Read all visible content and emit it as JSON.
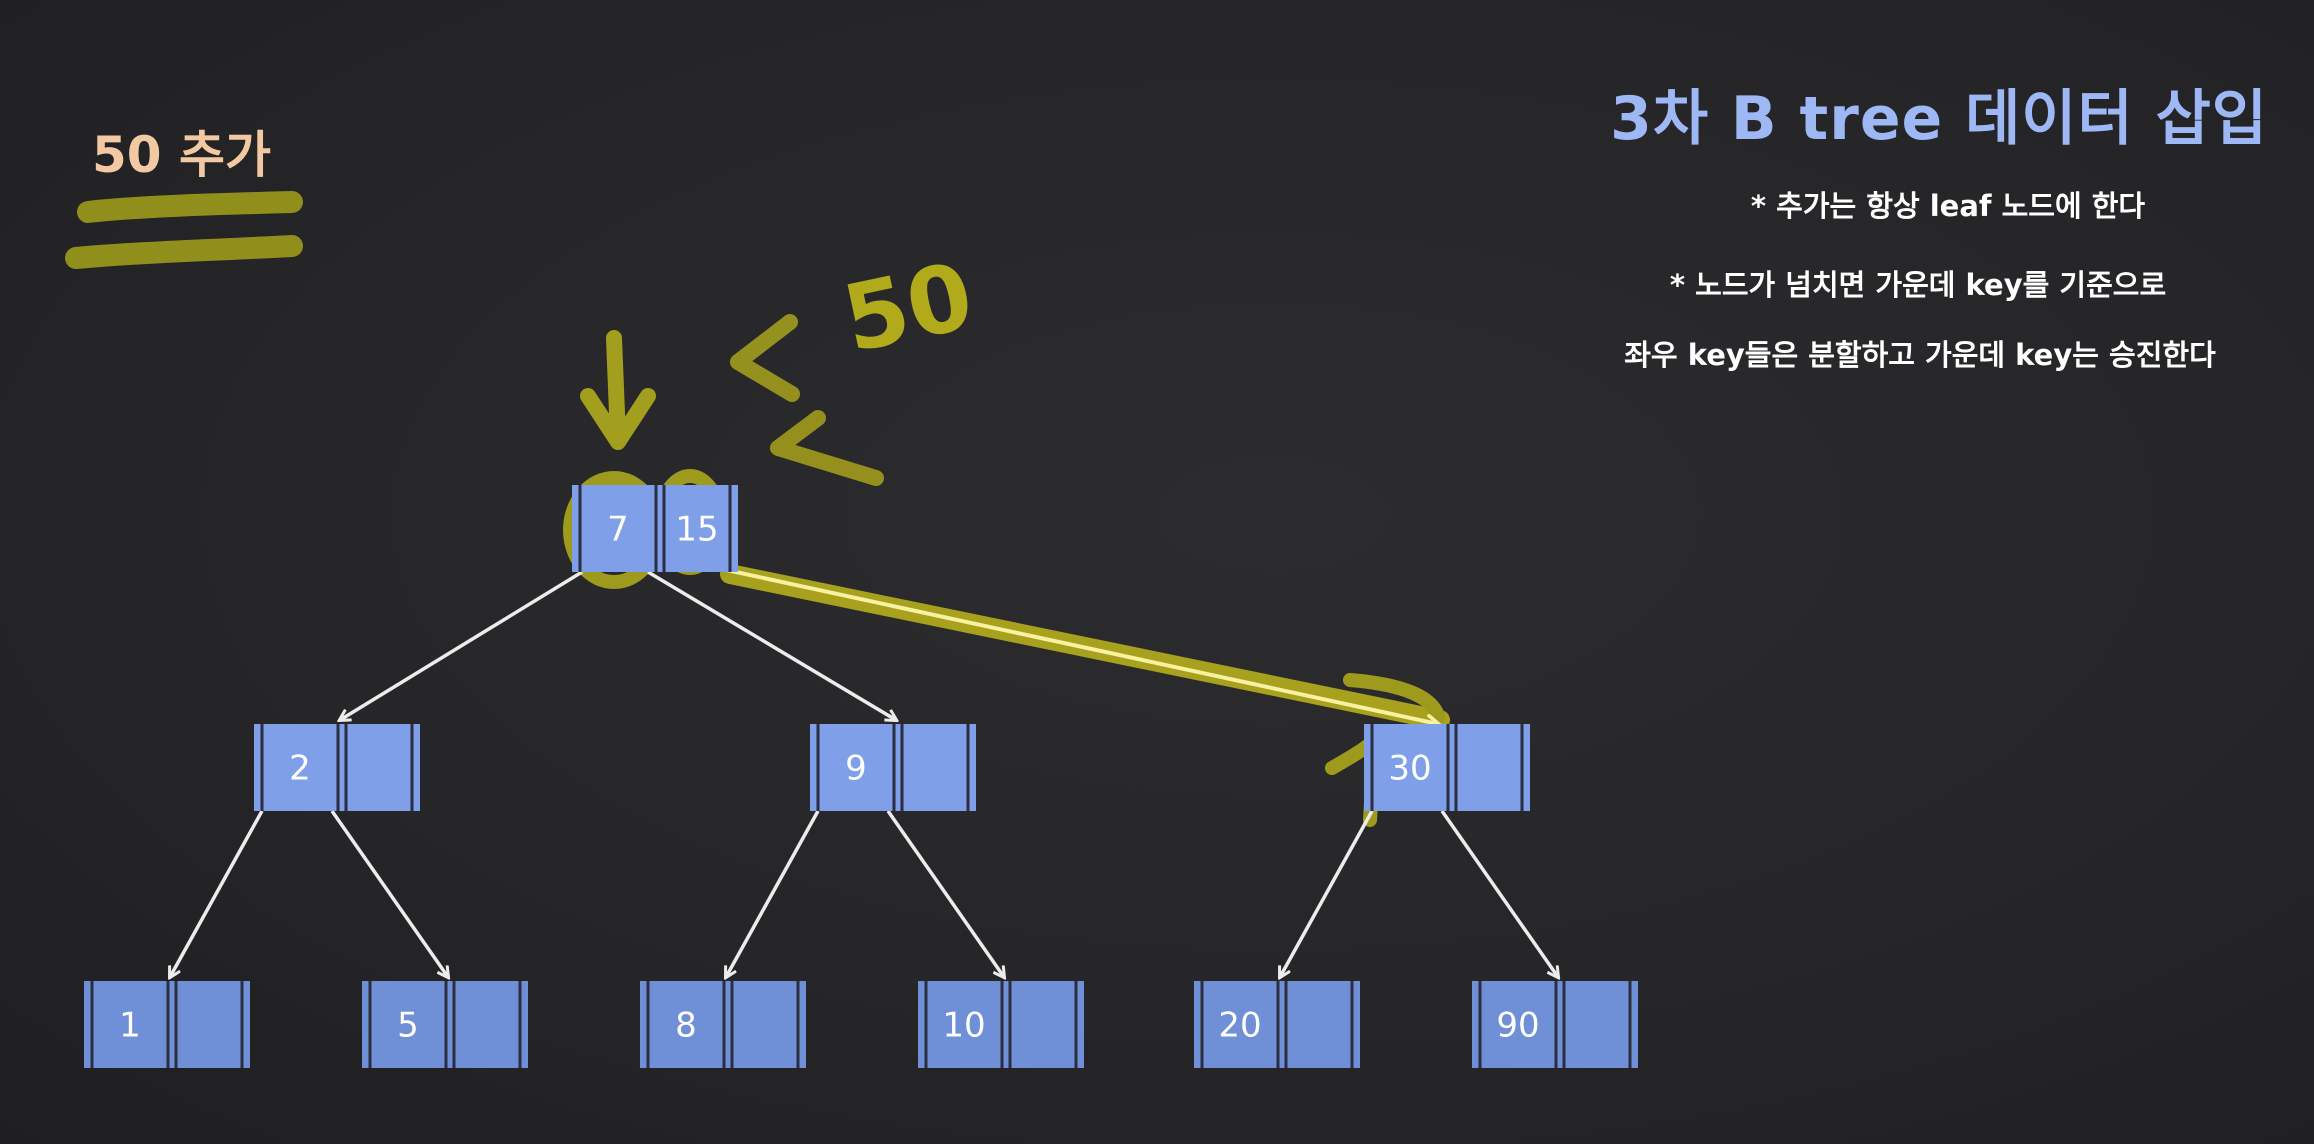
{
  "title": "3차 B tree 데이터 삽입",
  "notes": [
    "* 추가는 항상 leaf 노드에 한다",
    "* 노드가 넘치면 가운데 key를 기준으로",
    "좌우 key들은 분할하고 가운데 key는 승진한다"
  ],
  "annotation": {
    "insert_label": "50 추가",
    "handwritten_compare": "50"
  },
  "tree": {
    "nodes": [
      {
        "id": "root",
        "keys": [
          "7",
          "15"
        ]
      },
      {
        "id": "n2",
        "keys": [
          "2",
          ""
        ]
      },
      {
        "id": "n9",
        "keys": [
          "9",
          ""
        ]
      },
      {
        "id": "n30",
        "keys": [
          "30",
          ""
        ]
      },
      {
        "id": "n1",
        "keys": [
          "1",
          ""
        ]
      },
      {
        "id": "n5",
        "keys": [
          "5",
          ""
        ]
      },
      {
        "id": "n8",
        "keys": [
          "8",
          ""
        ]
      },
      {
        "id": "n10",
        "keys": [
          "10",
          ""
        ]
      },
      {
        "id": "n20",
        "keys": [
          "20",
          ""
        ]
      },
      {
        "id": "n90",
        "keys": [
          "90",
          ""
        ]
      }
    ],
    "edges": [
      {
        "from": "root",
        "to": "n2",
        "highlighted": false
      },
      {
        "from": "root",
        "to": "n9",
        "highlighted": false
      },
      {
        "from": "root",
        "to": "n30",
        "highlighted": true
      },
      {
        "from": "n2",
        "to": "n1",
        "highlighted": false
      },
      {
        "from": "n2",
        "to": "n5",
        "highlighted": false
      },
      {
        "from": "n9",
        "to": "n8",
        "highlighted": false
      },
      {
        "from": "n9",
        "to": "n10",
        "highlighted": false
      },
      {
        "from": "n30",
        "to": "n20",
        "highlighted": false
      },
      {
        "from": "n30",
        "to": "n90",
        "highlighted": false
      }
    ]
  },
  "colors": {
    "background": "#262628",
    "title": "#9db8f5",
    "notes": "#ffffff",
    "insert_label": "#f2c9a2",
    "node_fill": "#7f9fe8",
    "node_fill_leaf": "#6f8fd6",
    "node_border": "#2b2d40",
    "edge": "#ececec",
    "highlight": "#c9c21a"
  },
  "icons": {
    "edge_head": "arrowhead-icon",
    "marker": "highlighter-stroke"
  }
}
